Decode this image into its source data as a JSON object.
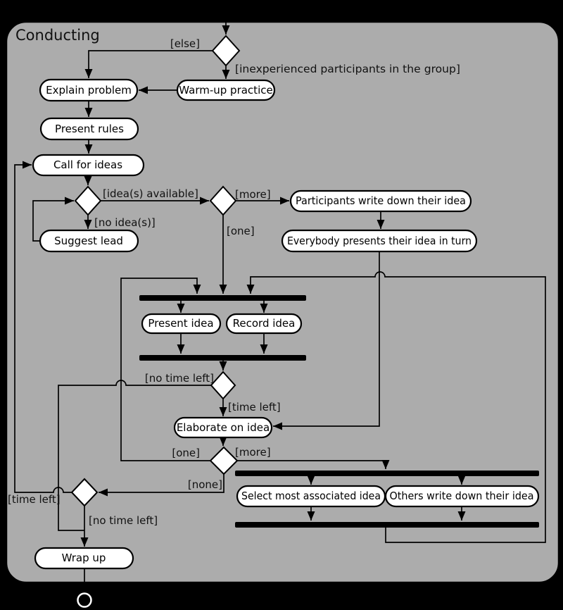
{
  "title": "Conducting",
  "activities": {
    "explain_problem": "Explain problem",
    "warm_up": "Warm-up practice",
    "present_rules": "Present rules",
    "call_for_ideas": "Call for ideas",
    "suggest_lead": "Suggest lead",
    "participants_write": "Participants write down their idea",
    "everybody_presents": "Everybody presents their idea in turn",
    "present_idea": "Present idea",
    "record_idea": "Record idea",
    "elaborate": "Elaborate on idea",
    "select_most": "Select most associated idea",
    "others_write": "Others write down their idea",
    "wrap_up": "Wrap up"
  },
  "guards": {
    "else": "[else]",
    "inexperienced": "[inexperienced participants in the group]",
    "ideas_available": "[idea(s) available]",
    "no_ideas": "[no idea(s)]",
    "more_write": "[more]",
    "one_write": "[one]",
    "no_time_left_present": "[no time left]",
    "time_left_present": "[time left]",
    "one_elaborate": "[one]",
    "more_elaborate": "[more]",
    "none_elaborate": "[none]",
    "time_left_end": "[time left]",
    "no_time_left_end": "[no time left]"
  },
  "colors": {
    "background": "#000000",
    "frame_fill": "#acacac",
    "node_fill": "#ffffff",
    "line": "#000000"
  }
}
